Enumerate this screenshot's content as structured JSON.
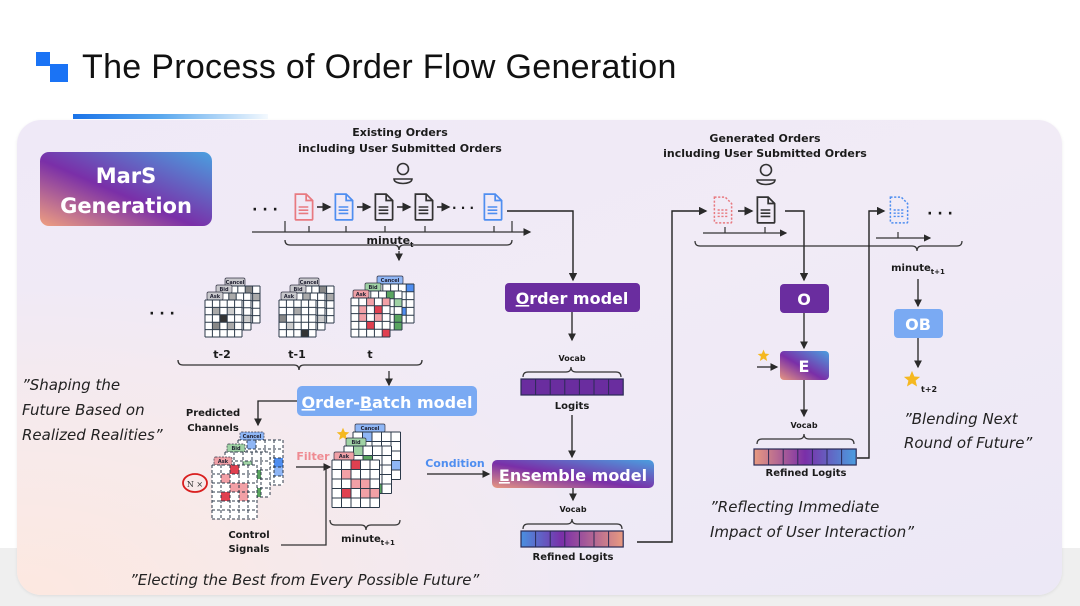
{
  "slide": {
    "title": "The Process of Order Flow Generation",
    "accent_color": "#1a73f5"
  },
  "badge": {
    "line1": "MarS",
    "line2": "Generation"
  },
  "existing_orders": {
    "line1": "Existing Orders",
    "line2": "including User Submitted Orders",
    "ellipsis_left": "· · ·",
    "ellipsis_mid": "· · ·",
    "time_label": "minute",
    "time_sub": "t"
  },
  "snapshots": {
    "ellipsis": "· · ·",
    "labels": [
      "t-2",
      "t-1",
      "t"
    ],
    "channel_tabs": [
      "Ask",
      "Bid",
      "Cancel"
    ]
  },
  "order_model": {
    "label_first": "O",
    "label_rest": "rder model",
    "vocab_label": "Vocab",
    "logits_label": "Logits"
  },
  "order_batch_model": {
    "label_o": "O",
    "label_mid": "rder-",
    "label_b": "B",
    "label_rest": "atch model"
  },
  "predicted": {
    "label_line1": "Predicted",
    "label_line2": "Channels",
    "multiplier": "N ×",
    "filter_label": "Filter",
    "control_line1": "Control",
    "control_line2": "Signals",
    "selected_time_label": "minute",
    "selected_time_sub": "t+1",
    "condition_label": "Condition"
  },
  "ensemble_model": {
    "label_first": "E",
    "label_rest": "nsemble model",
    "vocab_label": "Vocab",
    "refined_logits_label": "Refined Logits"
  },
  "generated_orders": {
    "line1": "Generated Orders",
    "line2": "including User Submitted Orders",
    "ellipsis": "· · ·",
    "time_label": "minute",
    "time_sub": "t+1"
  },
  "next_round": {
    "o_label": "O",
    "e_label": "E",
    "ob_label": "OB",
    "vocab_label": "Vocab",
    "refined_logits_label": "Refined Logits",
    "star_sub": "t+2"
  },
  "quotes": {
    "shaping_1": "”Shaping the",
    "shaping_2": "Future Based on",
    "shaping_3": "Realized Realities”",
    "electing": "”Electing the Best from Every Possible Future”",
    "reflecting_1": "”Reflecting Immediate",
    "reflecting_2": "Impact of User Interaction”",
    "blending_1": "”Blending Next",
    "blending_2": "Round of Future”"
  },
  "colors": {
    "order_model": "#6a2d9f",
    "order_batch_model": "#7aaaf3",
    "ask": "#e8727a",
    "bid": "#5aa560",
    "cancel": "#4f8ef0",
    "star": "#f5b820"
  }
}
